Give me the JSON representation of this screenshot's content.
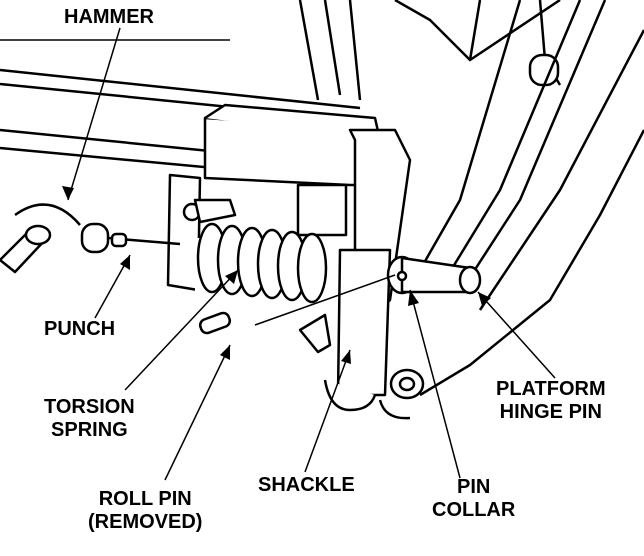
{
  "labels": {
    "hammer": "HAMMER",
    "punch": "PUNCH",
    "torsion_spring": [
      "TORSION",
      "SPRING"
    ],
    "roll_pin": [
      "ROLL PIN",
      "(REMOVED)"
    ],
    "shackle": "SHACKLE",
    "pin_collar": [
      "PIN",
      "COLLAR"
    ],
    "platform_hinge_pin": [
      "PLATFORM",
      "HINGE PIN"
    ]
  },
  "colors": {
    "ink": "#000000",
    "paper": "#ffffff",
    "shade": "#d9d9d9",
    "dark": "#b5b5b5"
  }
}
